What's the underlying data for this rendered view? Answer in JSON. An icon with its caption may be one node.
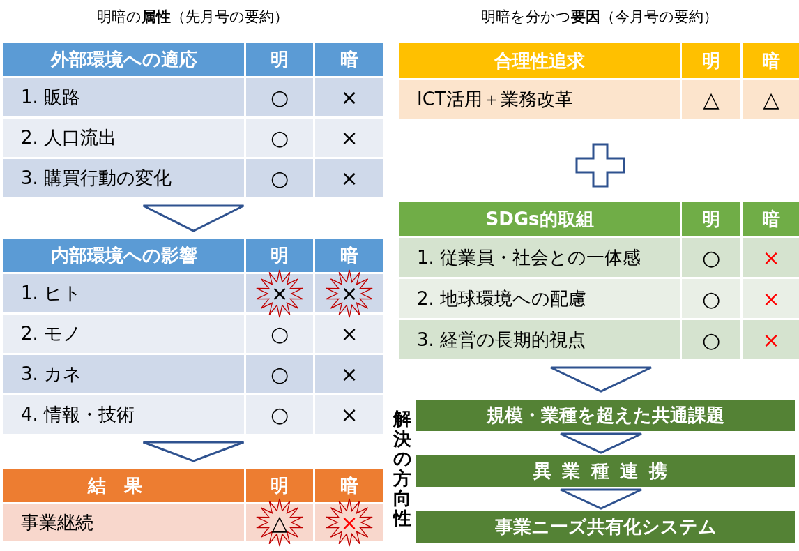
{
  "diagram": {
    "nodes": [
      {
        "text": [
          "外部環境への適応",
          "明",
          "暗",
          "1. 販路",
          "○",
          "×",
          "2. 人口流出",
          "○",
          "×",
          "3. 購買行動の変化",
          "○",
          "×"
        ]
      },
      {
        "text": [
          "内部環境への影響",
          "明",
          "暗",
          "1. ヒト",
          "×",
          "×",
          "2. モノ",
          "○",
          "×",
          "3. カネ",
          "○",
          "×",
          "4. 情報・技術",
          "○",
          "×"
        ]
      },
      {
        "text": [
          "結果",
          "明",
          "暗",
          "事業継続",
          "△",
          "×"
        ]
      },
      {
        "text": [
          "合理性追求",
          "明",
          "暗",
          "ICT活用＋業務改革",
          "△",
          "△"
        ]
      },
      {
        "text": [
          "SDGs的取組",
          "明",
          "暗",
          "1. 従業員・社会との一体感",
          "○",
          "×",
          "2. 地球環境への配慮",
          "○",
          "×",
          "3. 経営の長期的視点",
          "○",
          "×"
        ]
      },
      {
        "text": [
          "規模・業種を超えた共通課題"
        ]
      },
      {
        "text": [
          "異業種連携"
        ]
      },
      {
        "text": [
          "事業ニーズ共有化システム"
        ]
      }
    ],
    "edges": [
      {
        "from": 0,
        "to": 1,
        "arrow": "to"
      },
      {
        "from": 1,
        "to": 2,
        "arrow": "to"
      },
      {
        "from": 4,
        "to": 5,
        "arrow": "to"
      },
      {
        "from": 5,
        "to": 6,
        "arrow": "to"
      },
      {
        "from": 6,
        "to": 7,
        "arrow": "to"
      }
    ],
    "labels": [
      "明暗の**属性**（先月号の要約）",
      "明暗を分かつ**要因**（今月号の要約）",
      "**解決**の方向性"
    ]
  }
}
